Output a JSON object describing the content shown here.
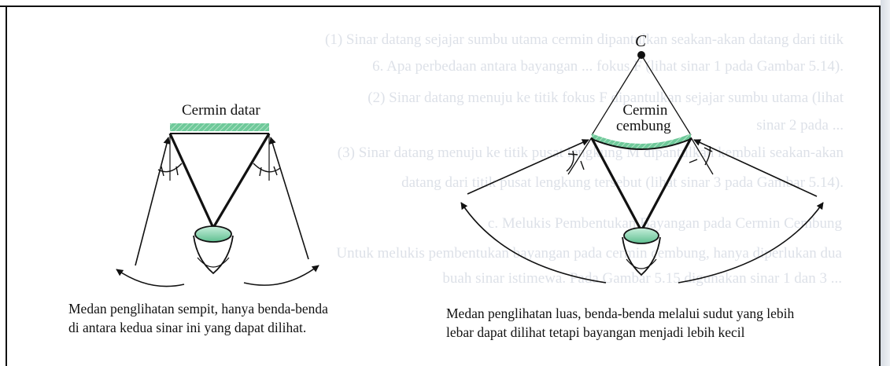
{
  "left_diagram": {
    "mirror_label": "Cermin datar",
    "caption_lines": [
      "Medan penglihatan sempit, hanya benda-benda",
      "di antara kedua sinar ini yang dapat dilihat."
    ]
  },
  "right_diagram": {
    "point_label": "C",
    "mirror_label_lines": [
      "Cermin",
      "cembung"
    ],
    "caption_lines": [
      "Medan penglihatan luas, benda-benda melalui sudut yang lebih",
      "lebar dapat dilihat tetapi bayangan menjadi lebih kecil"
    ]
  },
  "colors": {
    "mirror": "#6fc99a",
    "eye_lens": "#8ed4b2",
    "ink": "#111111",
    "background_text": "#c2c9d6"
  },
  "background_text_lines": [
    "(1)  Sinar datang sejajar sumbu utama cermin dipantulkan seakan-akan datang dari titik",
    "6.   Apa perbedaan antara bayangan ... fokus F (lihat sinar 1 pada Gambar 5.14).",
    "(2)  Sinar datang menuju ke titik fokus F dipantulkan sejajar sumbu utama (lihat",
    "       sinar 2 pada ...",
    "(3)  Sinar datang menuju ke titik pusat lengkung M dipantulkan kembali seakan-akan",
    "       datang dari titik pusat lengkung tersebut (lihat sinar 3 pada Gambar 5.14).",
    "c.   Melukis Pembentukan Bayangan pada Cermin Cembung",
    "Untuk melukis pembentukan bayangan pada cermin cembung, hanya diperlukan dua",
    "buah sinar istimewa. Pada Gambar 5.15 digunakan sinar 1 dan 3 ..."
  ]
}
